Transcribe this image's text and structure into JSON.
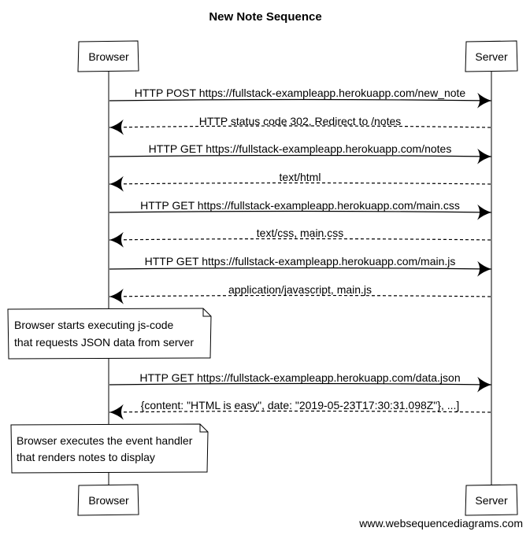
{
  "title": "New Note Sequence",
  "watermark": "www.websequencediagrams.com",
  "participants": [
    {
      "id": "browser",
      "label": "Browser"
    },
    {
      "id": "server",
      "label": "Server"
    }
  ],
  "messages": [
    {
      "from": "browser",
      "to": "server",
      "style": "solid",
      "label": "HTTP POST https://fullstack-exampleapp.herokuapp.com/new_note"
    },
    {
      "from": "server",
      "to": "browser",
      "style": "dashed",
      "label": "HTTP status code 302, Redirect to /notes"
    },
    {
      "from": "browser",
      "to": "server",
      "style": "solid",
      "label": "HTTP GET https://fullstack-exampleapp.herokuapp.com/notes"
    },
    {
      "from": "server",
      "to": "browser",
      "style": "dashed",
      "label": "text/html"
    },
    {
      "from": "browser",
      "to": "server",
      "style": "solid",
      "label": "HTTP GET https://fullstack-exampleapp.herokuapp.com/main.css"
    },
    {
      "from": "server",
      "to": "browser",
      "style": "dashed",
      "label": "text/css, main.css"
    },
    {
      "from": "browser",
      "to": "server",
      "style": "solid",
      "label": "HTTP GET https://fullstack-exampleapp.herokuapp.com/main.js"
    },
    {
      "from": "server",
      "to": "browser",
      "style": "dashed",
      "label": "application/javascript, main.js"
    },
    {
      "from": "browser",
      "to": "server",
      "style": "solid",
      "label": "HTTP GET https://fullstack-exampleapp.herokuapp.com/data.json"
    },
    {
      "from": "server",
      "to": "browser",
      "style": "dashed",
      "label": "{content: \"HTML is easy\", date: \"2019-05-23T17:30:31.098Z\"}, ...]"
    }
  ],
  "notes": [
    {
      "over": "browser",
      "lines": [
        "Browser starts executing js-code",
        "that requests JSON data from server"
      ]
    },
    {
      "over": "browser",
      "lines": [
        "Browser executes the event handler",
        "that renders notes to display"
      ]
    }
  ]
}
